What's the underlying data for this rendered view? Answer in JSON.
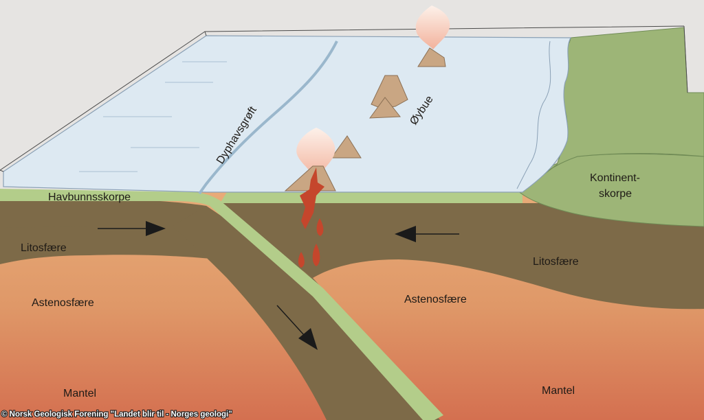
{
  "labels": {
    "trench": "Dyphavsgrøft",
    "island_arc": "Øybue",
    "oceanic_crust": "Havbunnsskorpe",
    "continental_crust_line1": "Kontinent-",
    "continental_crust_line2": "skorpe",
    "lithosphere_left": "Litosfære",
    "lithosphere_right": "Litosfære",
    "asthenosphere_left": "Astenosfære",
    "asthenosphere_right": "Astenosfære",
    "mantle_left": "Mantel",
    "mantle_right": "Mantel"
  },
  "credit": "© Norsk Geologisk Forening \"Landet blir til - Norges geologi\"",
  "colors": {
    "background": "#e6e4e2",
    "ocean": "#dde9f2",
    "continent": "#9db577",
    "oceanic_crust": "#b3cd8a",
    "lithosphere": "#7d6a48",
    "asthenosphere": "#e0a06e",
    "magma": "#c5462c",
    "volcano": "#c9a683"
  }
}
